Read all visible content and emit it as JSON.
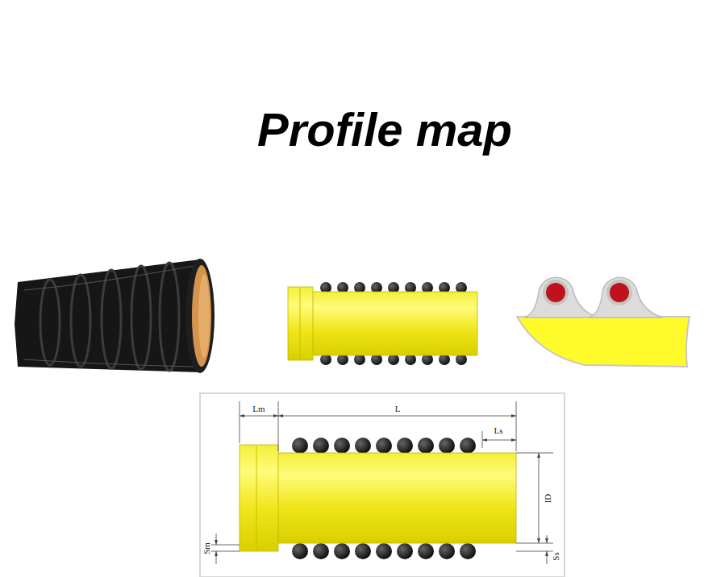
{
  "diagram": {
    "title": "Profile map",
    "labels": [
      "Lm",
      "L",
      "Ls",
      "ID",
      "Sm",
      "Ss"
    ]
  }
}
